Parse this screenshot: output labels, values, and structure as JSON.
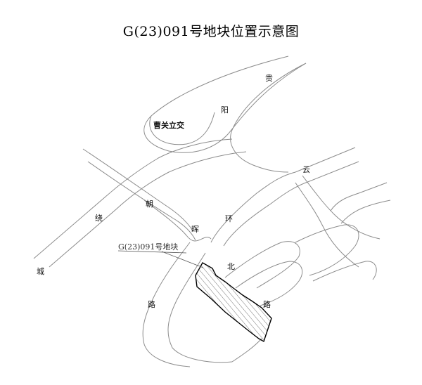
{
  "title": "G(23)091号地块位置示意图",
  "interchange": "曹关立交",
  "plot_label": "G(23)091号地块",
  "road_chars": {
    "guiyang": [
      "贵",
      "阳"
    ],
    "yunhuan": [
      "云",
      "环",
      "北",
      "路"
    ],
    "raochenglu": [
      "城",
      "绕"
    ],
    "chaohuilu": [
      "朝",
      "晖",
      "路"
    ]
  },
  "colors": {
    "road_line": "#8c8c8c",
    "plot_outline": "#000000",
    "hatch": "#555555"
  }
}
